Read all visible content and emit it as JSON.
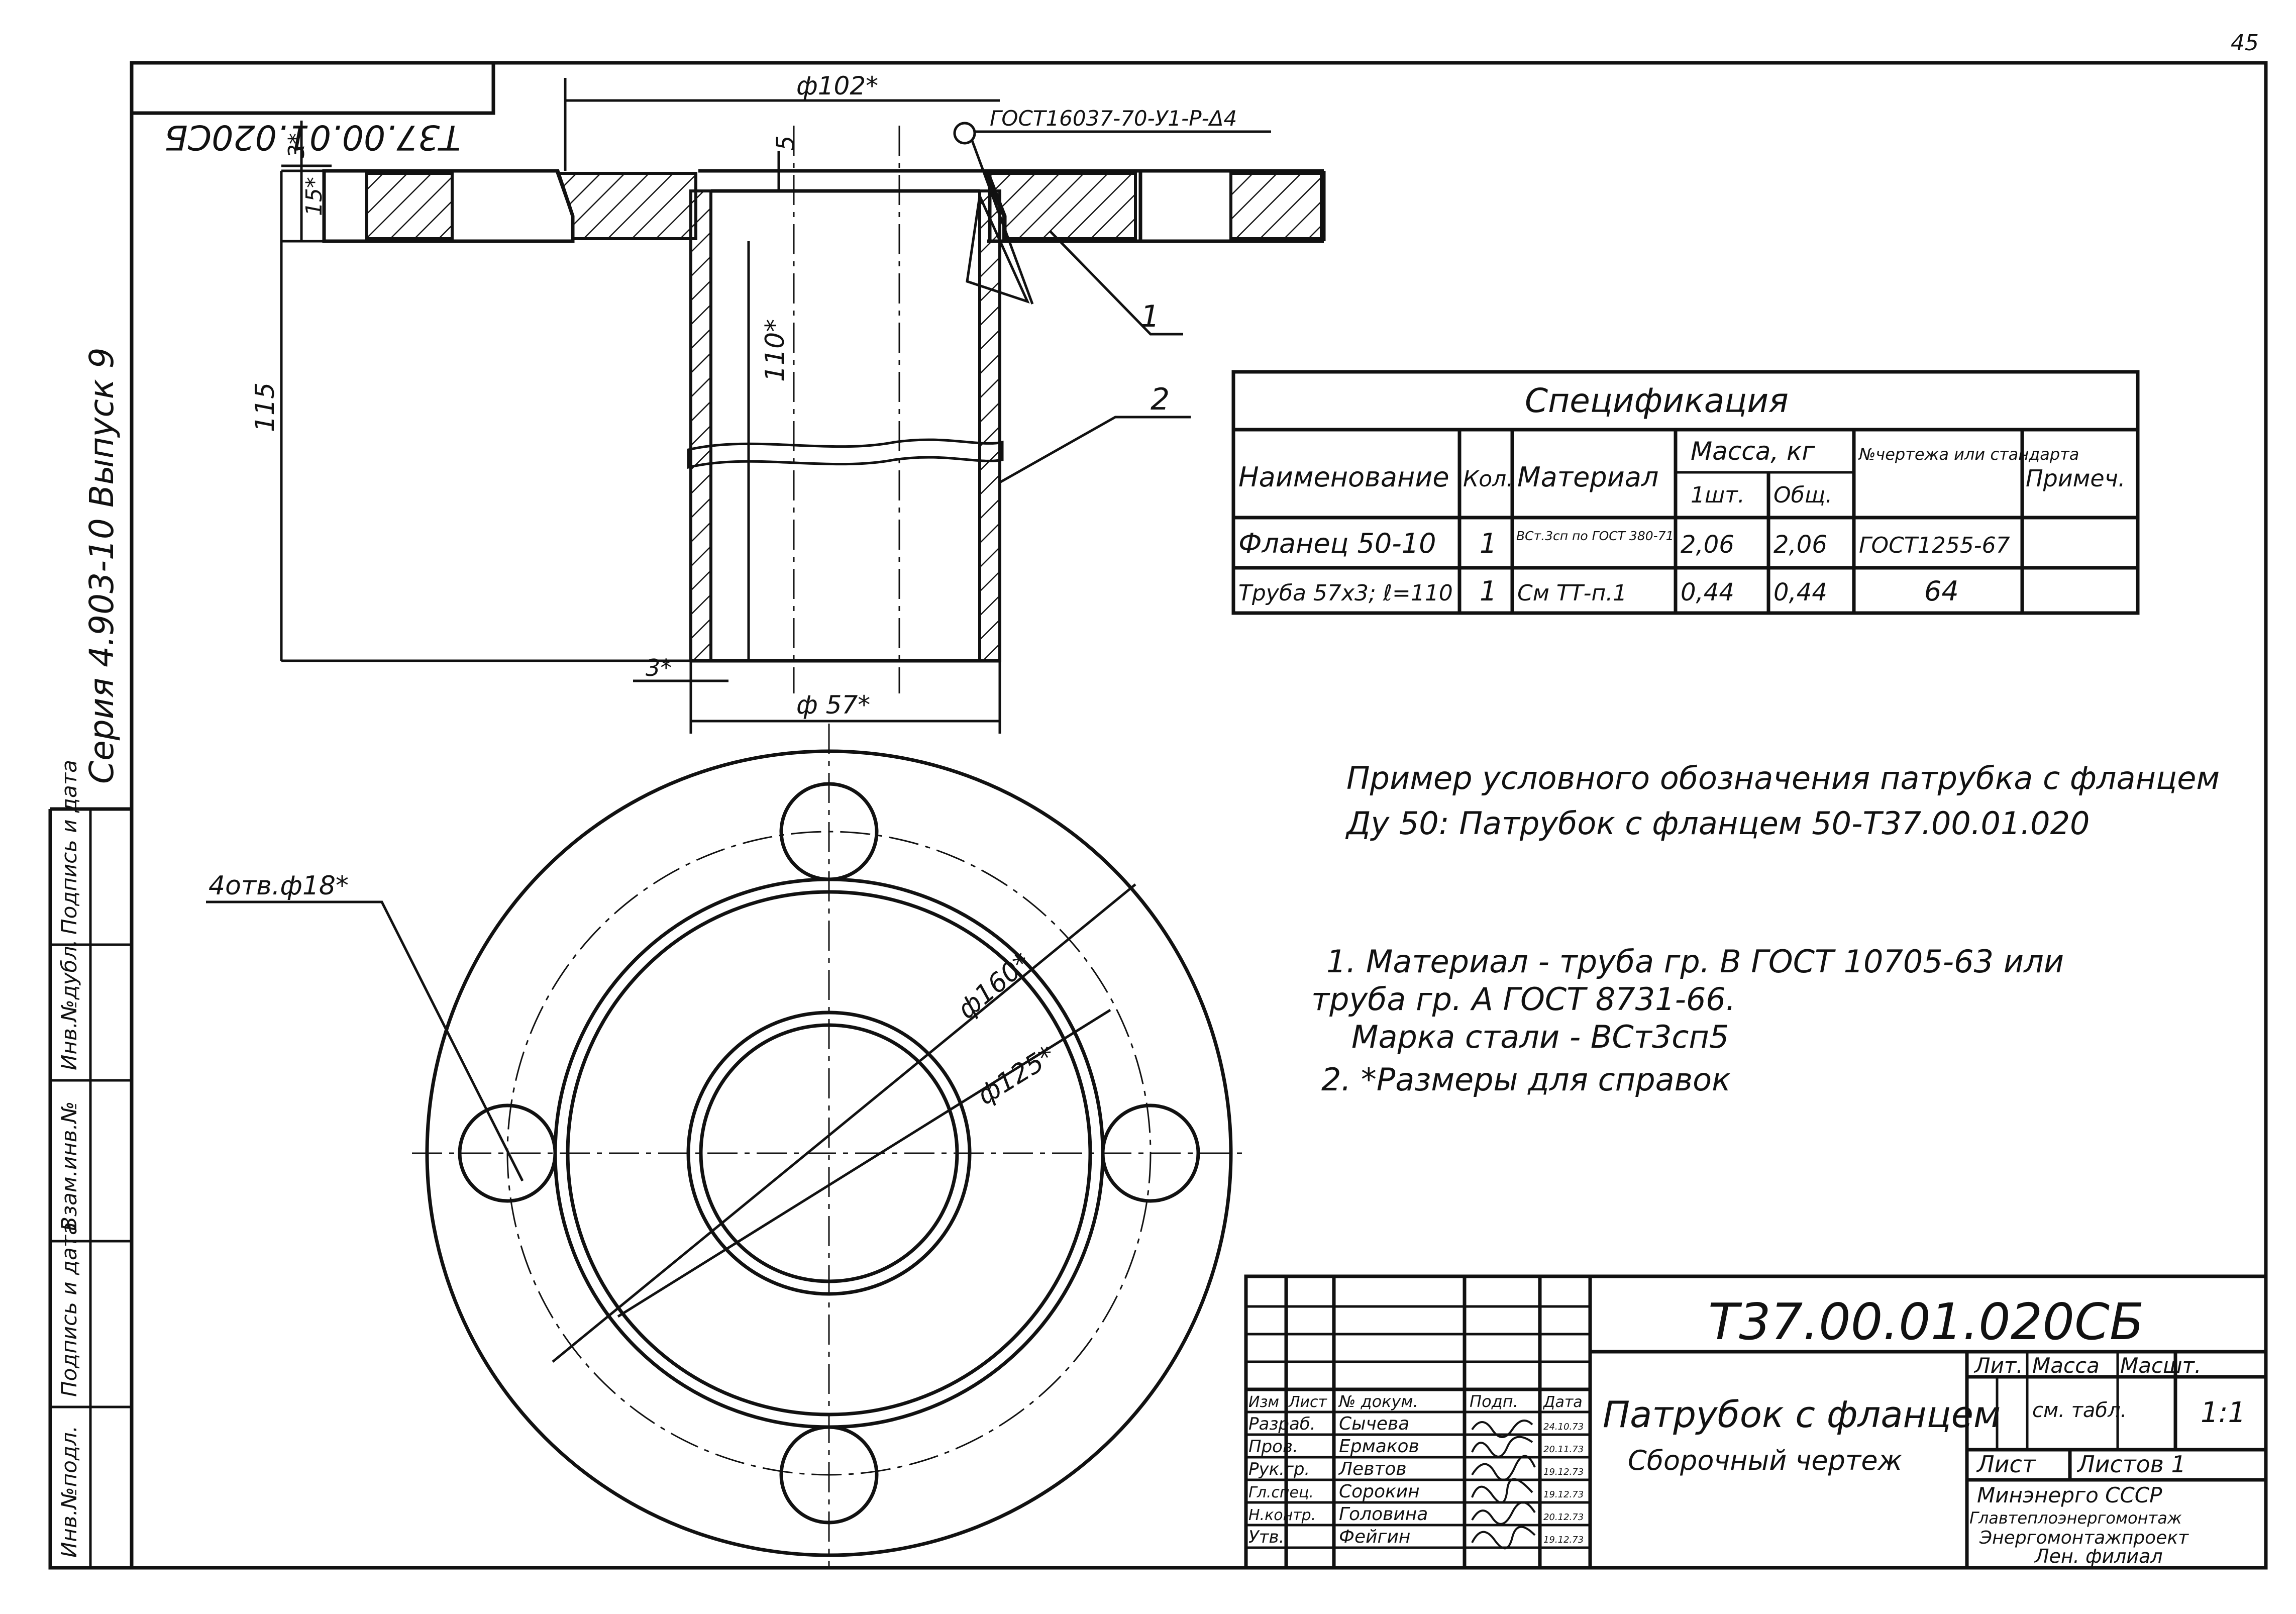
{
  "sheet": {
    "page_number": "45",
    "mirror_code": "Т37.00.01.020СБ",
    "series": "Серия 4.903-10 Выпуск 9",
    "margin_labels": [
      "Инв.№подл.",
      "Подпись и дата",
      "Взам.инв.№",
      "Инв.№дубл.",
      "Подпись и дата"
    ]
  },
  "section_view": {
    "dims": {
      "d102": "ф102*",
      "weld": "ГОСТ16037-70-У1-Р-Δ4",
      "h3": "3*",
      "h15": "15*",
      "h5": "5",
      "h115": "115",
      "h110": "110*",
      "wall3": "3*",
      "d57": "ф 57*"
    },
    "leaders": [
      "1",
      "2"
    ]
  },
  "plan_view": {
    "holes": "4отв.ф18*",
    "d160": "ф160*",
    "d125": "ф125*"
  },
  "spec": {
    "title": "Спецификация",
    "headers": {
      "name": "Наименование",
      "qty": "Кол.",
      "material": "Материал",
      "mass": "Масса, кг",
      "mass_one": "1шт.",
      "mass_total": "Общ.",
      "doc": "№чертежа или стандарта",
      "note": "Примеч."
    },
    "rows": [
      {
        "name": "Фланец 50-10",
        "qty": "1",
        "material": "ВСт.3сп по ГОСТ 380-71",
        "one": "2,06",
        "total": "2,06",
        "doc": "ГОСТ1255-67",
        "note": ""
      },
      {
        "name": "Труба 57х3; ℓ=110",
        "qty": "1",
        "material": "См ТТ-п.1",
        "one": "0,44",
        "total": "0,44",
        "doc": "64",
        "note": ""
      }
    ]
  },
  "notes": {
    "example_line1": "Пример условного обозначения патрубка с фланцем",
    "example_line2": "Ду 50:    Патрубок с фланцем 50-Т37.00.01.020",
    "n1a": "1. Материал - труба гр. В ГОСТ 10705-63 или",
    "n1b": "труба гр. А ГОСТ 8731-66.",
    "n1c": "Марка стали - ВСт3сп5",
    "n2": "2. *Размеры для справок"
  },
  "title_block": {
    "code": "Т37.00.01.020СБ",
    "name": "Патрубок с фланцем",
    "doc_type": "Сборочный чертеж",
    "lit": "Лит.",
    "mass": "Масса",
    "scale": "Масшт.",
    "mass_value": "см. табл.",
    "scale_value": "1:1",
    "sheet": "Лист",
    "sheets": "Листов 1",
    "org1": "Минэнерго СССР",
    "org2": "Главтеплоэнергомонтаж",
    "org3": "Энергомонтажпроект",
    "org4": "Лен. филиал",
    "col_headers": [
      "Изм",
      "Лист",
      "№ докум.",
      "Подп.",
      "Дата"
    ],
    "people": [
      {
        "role": "Разраб.",
        "name": "Сычева",
        "date": "24.10.73"
      },
      {
        "role": "Пров.",
        "name": "Ермаков",
        "date": "20.11.73"
      },
      {
        "role": "Рук.гр.",
        "name": "Левтов",
        "date": "19.12.73"
      },
      {
        "role": "Гл.спец.",
        "name": "Сорокин",
        "date": "19.12.73"
      },
      {
        "role": "Н.контр.",
        "name": "Головина",
        "date": "20.12.73"
      },
      {
        "role": "Утв.",
        "name": "Фейгин",
        "date": "19.12.73"
      }
    ]
  }
}
